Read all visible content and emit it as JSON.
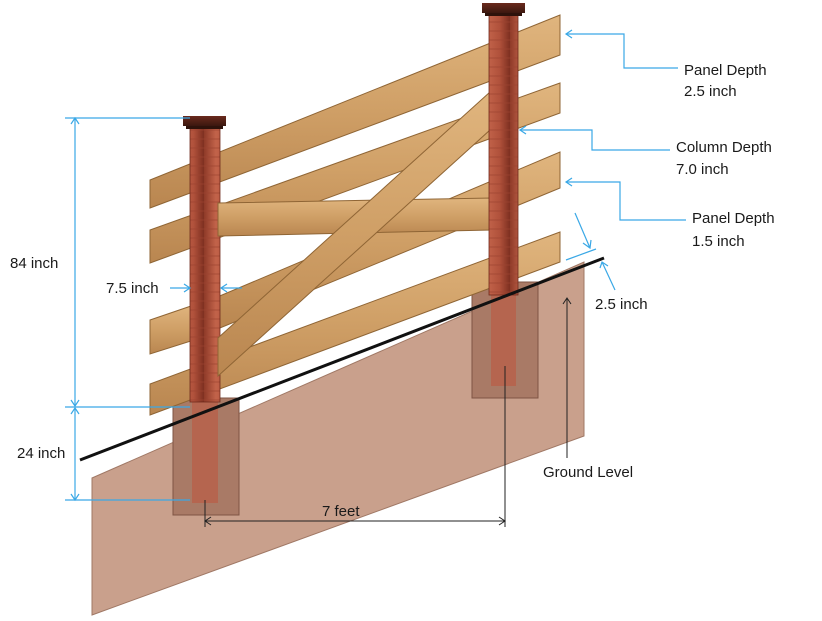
{
  "diagram": {
    "labels": {
      "panel_depth_top": {
        "title": "Panel Depth",
        "value": "2.5 inch"
      },
      "column_depth": {
        "title": "Column Depth",
        "value": "7.0 inch"
      },
      "panel_depth_mid": {
        "title": "Panel Depth",
        "value": "1.5 inch"
      },
      "rail_gap": "2.5 inch",
      "post_height": "84 inch",
      "post_width": "7.5 inch",
      "footing_depth": "24 inch",
      "post_spacing": "7 feet",
      "ground": "Ground Level"
    },
    "colors": {
      "soil": "#c9a08c",
      "soil_edge": "#a07865",
      "post": "#b5553e",
      "post_dark": "#8a3424",
      "rail": "#d2a46c",
      "rail_edge": "#8f6535",
      "dimension": "#3aa8e6",
      "ground_line": "#111111"
    }
  }
}
